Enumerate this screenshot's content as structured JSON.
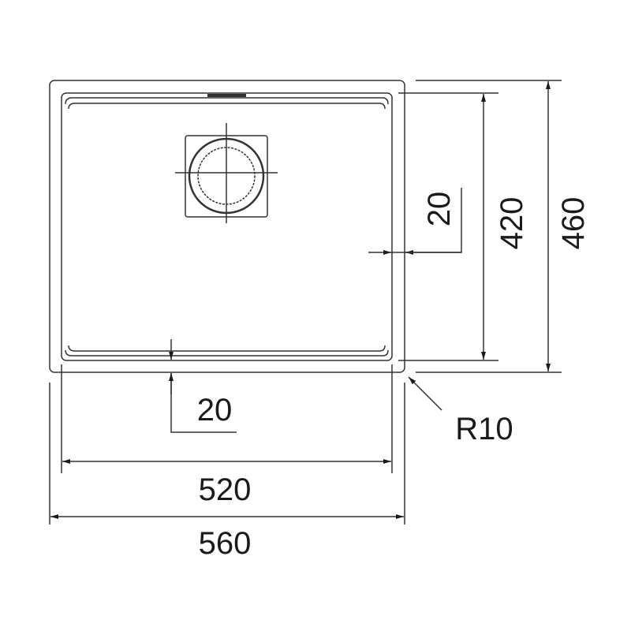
{
  "drawing": {
    "dimensions": {
      "inner_width": "520",
      "outer_width": "560",
      "inner_height": "420",
      "outer_height": "460",
      "side_rim": "20",
      "bottom_rim": "20",
      "corner_radius": "R10"
    },
    "colors": {
      "line": "#1a1a1a",
      "background": "#ffffff"
    }
  }
}
